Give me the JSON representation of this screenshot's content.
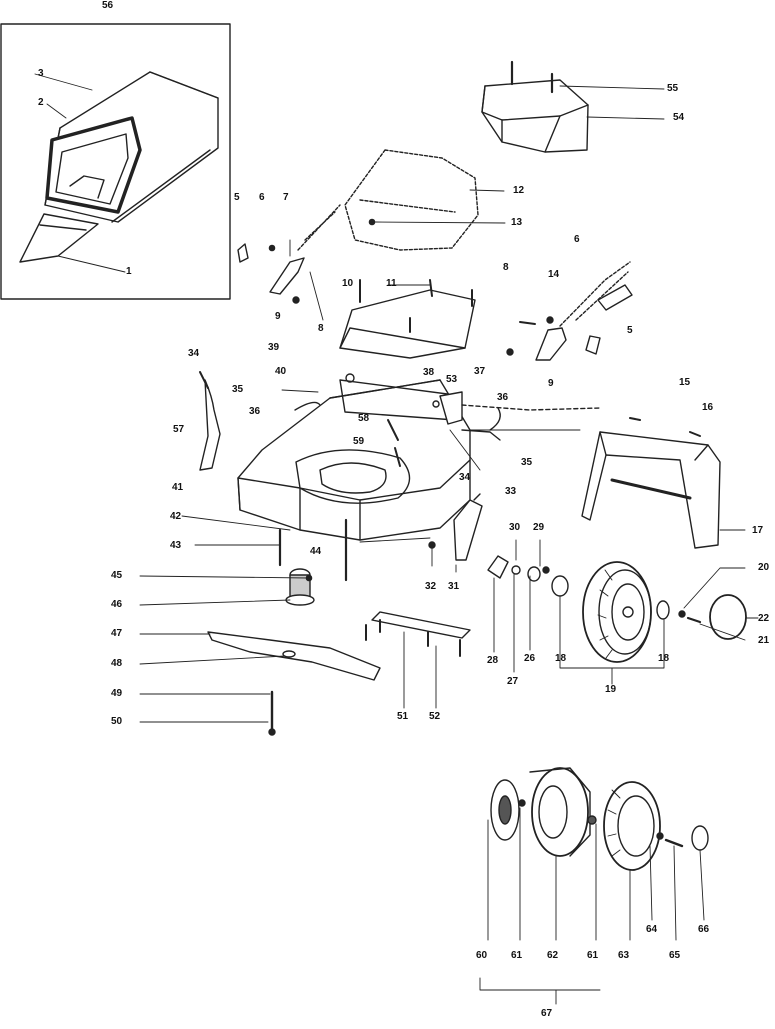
{
  "diagram": {
    "labels": [
      {
        "key": "l56",
        "text": "56"
      },
      {
        "key": "l3",
        "text": "3"
      },
      {
        "key": "l2",
        "text": "2"
      },
      {
        "key": "l1",
        "text": "1"
      },
      {
        "key": "l55",
        "text": "55"
      },
      {
        "key": "l54",
        "text": "54"
      },
      {
        "key": "l12",
        "text": "12"
      },
      {
        "key": "l13",
        "text": "13"
      },
      {
        "key": "l5a",
        "text": "5"
      },
      {
        "key": "l6a",
        "text": "6"
      },
      {
        "key": "l7",
        "text": "7"
      },
      {
        "key": "l9a",
        "text": "9"
      },
      {
        "key": "l8a",
        "text": "8"
      },
      {
        "key": "l10",
        "text": "10"
      },
      {
        "key": "l11",
        "text": "11"
      },
      {
        "key": "l39",
        "text": "39"
      },
      {
        "key": "l6b",
        "text": "6"
      },
      {
        "key": "l8b",
        "text": "8"
      },
      {
        "key": "l14",
        "text": "14"
      },
      {
        "key": "l5b",
        "text": "5"
      },
      {
        "key": "l9b",
        "text": "9"
      },
      {
        "key": "l34a",
        "text": "34"
      },
      {
        "key": "l40",
        "text": "40"
      },
      {
        "key": "l35a",
        "text": "35"
      },
      {
        "key": "l36a",
        "text": "36"
      },
      {
        "key": "l57",
        "text": "57"
      },
      {
        "key": "l38",
        "text": "38"
      },
      {
        "key": "l53",
        "text": "53"
      },
      {
        "key": "l37",
        "text": "37"
      },
      {
        "key": "l58",
        "text": "58"
      },
      {
        "key": "l59",
        "text": "59"
      },
      {
        "key": "l36b",
        "text": "36"
      },
      {
        "key": "l35b",
        "text": "35"
      },
      {
        "key": "l34b",
        "text": "34"
      },
      {
        "key": "l33",
        "text": "33"
      },
      {
        "key": "l41",
        "text": "41"
      },
      {
        "key": "l15",
        "text": "15"
      },
      {
        "key": "l16",
        "text": "16"
      },
      {
        "key": "l17",
        "text": "17"
      },
      {
        "key": "l42",
        "text": "42"
      },
      {
        "key": "l43",
        "text": "43"
      },
      {
        "key": "l44",
        "text": "44"
      },
      {
        "key": "l30",
        "text": "30"
      },
      {
        "key": "l29",
        "text": "29"
      },
      {
        "key": "l32",
        "text": "32"
      },
      {
        "key": "l31",
        "text": "31"
      },
      {
        "key": "l20",
        "text": "20"
      },
      {
        "key": "l22",
        "text": "22"
      },
      {
        "key": "l21",
        "text": "21"
      },
      {
        "key": "l45",
        "text": "45"
      },
      {
        "key": "l46",
        "text": "46"
      },
      {
        "key": "l47",
        "text": "47"
      },
      {
        "key": "l48",
        "text": "48"
      },
      {
        "key": "l49",
        "text": "49"
      },
      {
        "key": "l50",
        "text": "50"
      },
      {
        "key": "l51",
        "text": "51"
      },
      {
        "key": "l52",
        "text": "52"
      },
      {
        "key": "l28",
        "text": "28"
      },
      {
        "key": "l26",
        "text": "26"
      },
      {
        "key": "l27",
        "text": "27"
      },
      {
        "key": "l18a",
        "text": "18"
      },
      {
        "key": "l18b",
        "text": "18"
      },
      {
        "key": "l19",
        "text": "19"
      },
      {
        "key": "l60",
        "text": "60"
      },
      {
        "key": "l61a",
        "text": "61"
      },
      {
        "key": "l62",
        "text": "62"
      },
      {
        "key": "l61b",
        "text": "61"
      },
      {
        "key": "l63",
        "text": "63"
      },
      {
        "key": "l64",
        "text": "64"
      },
      {
        "key": "l65",
        "text": "65"
      },
      {
        "key": "l66",
        "text": "66"
      },
      {
        "key": "l67",
        "text": "67"
      }
    ]
  },
  "colors": {
    "ink": "#222222",
    "paper": "#ffffff",
    "shade": "#bdbdbd"
  }
}
